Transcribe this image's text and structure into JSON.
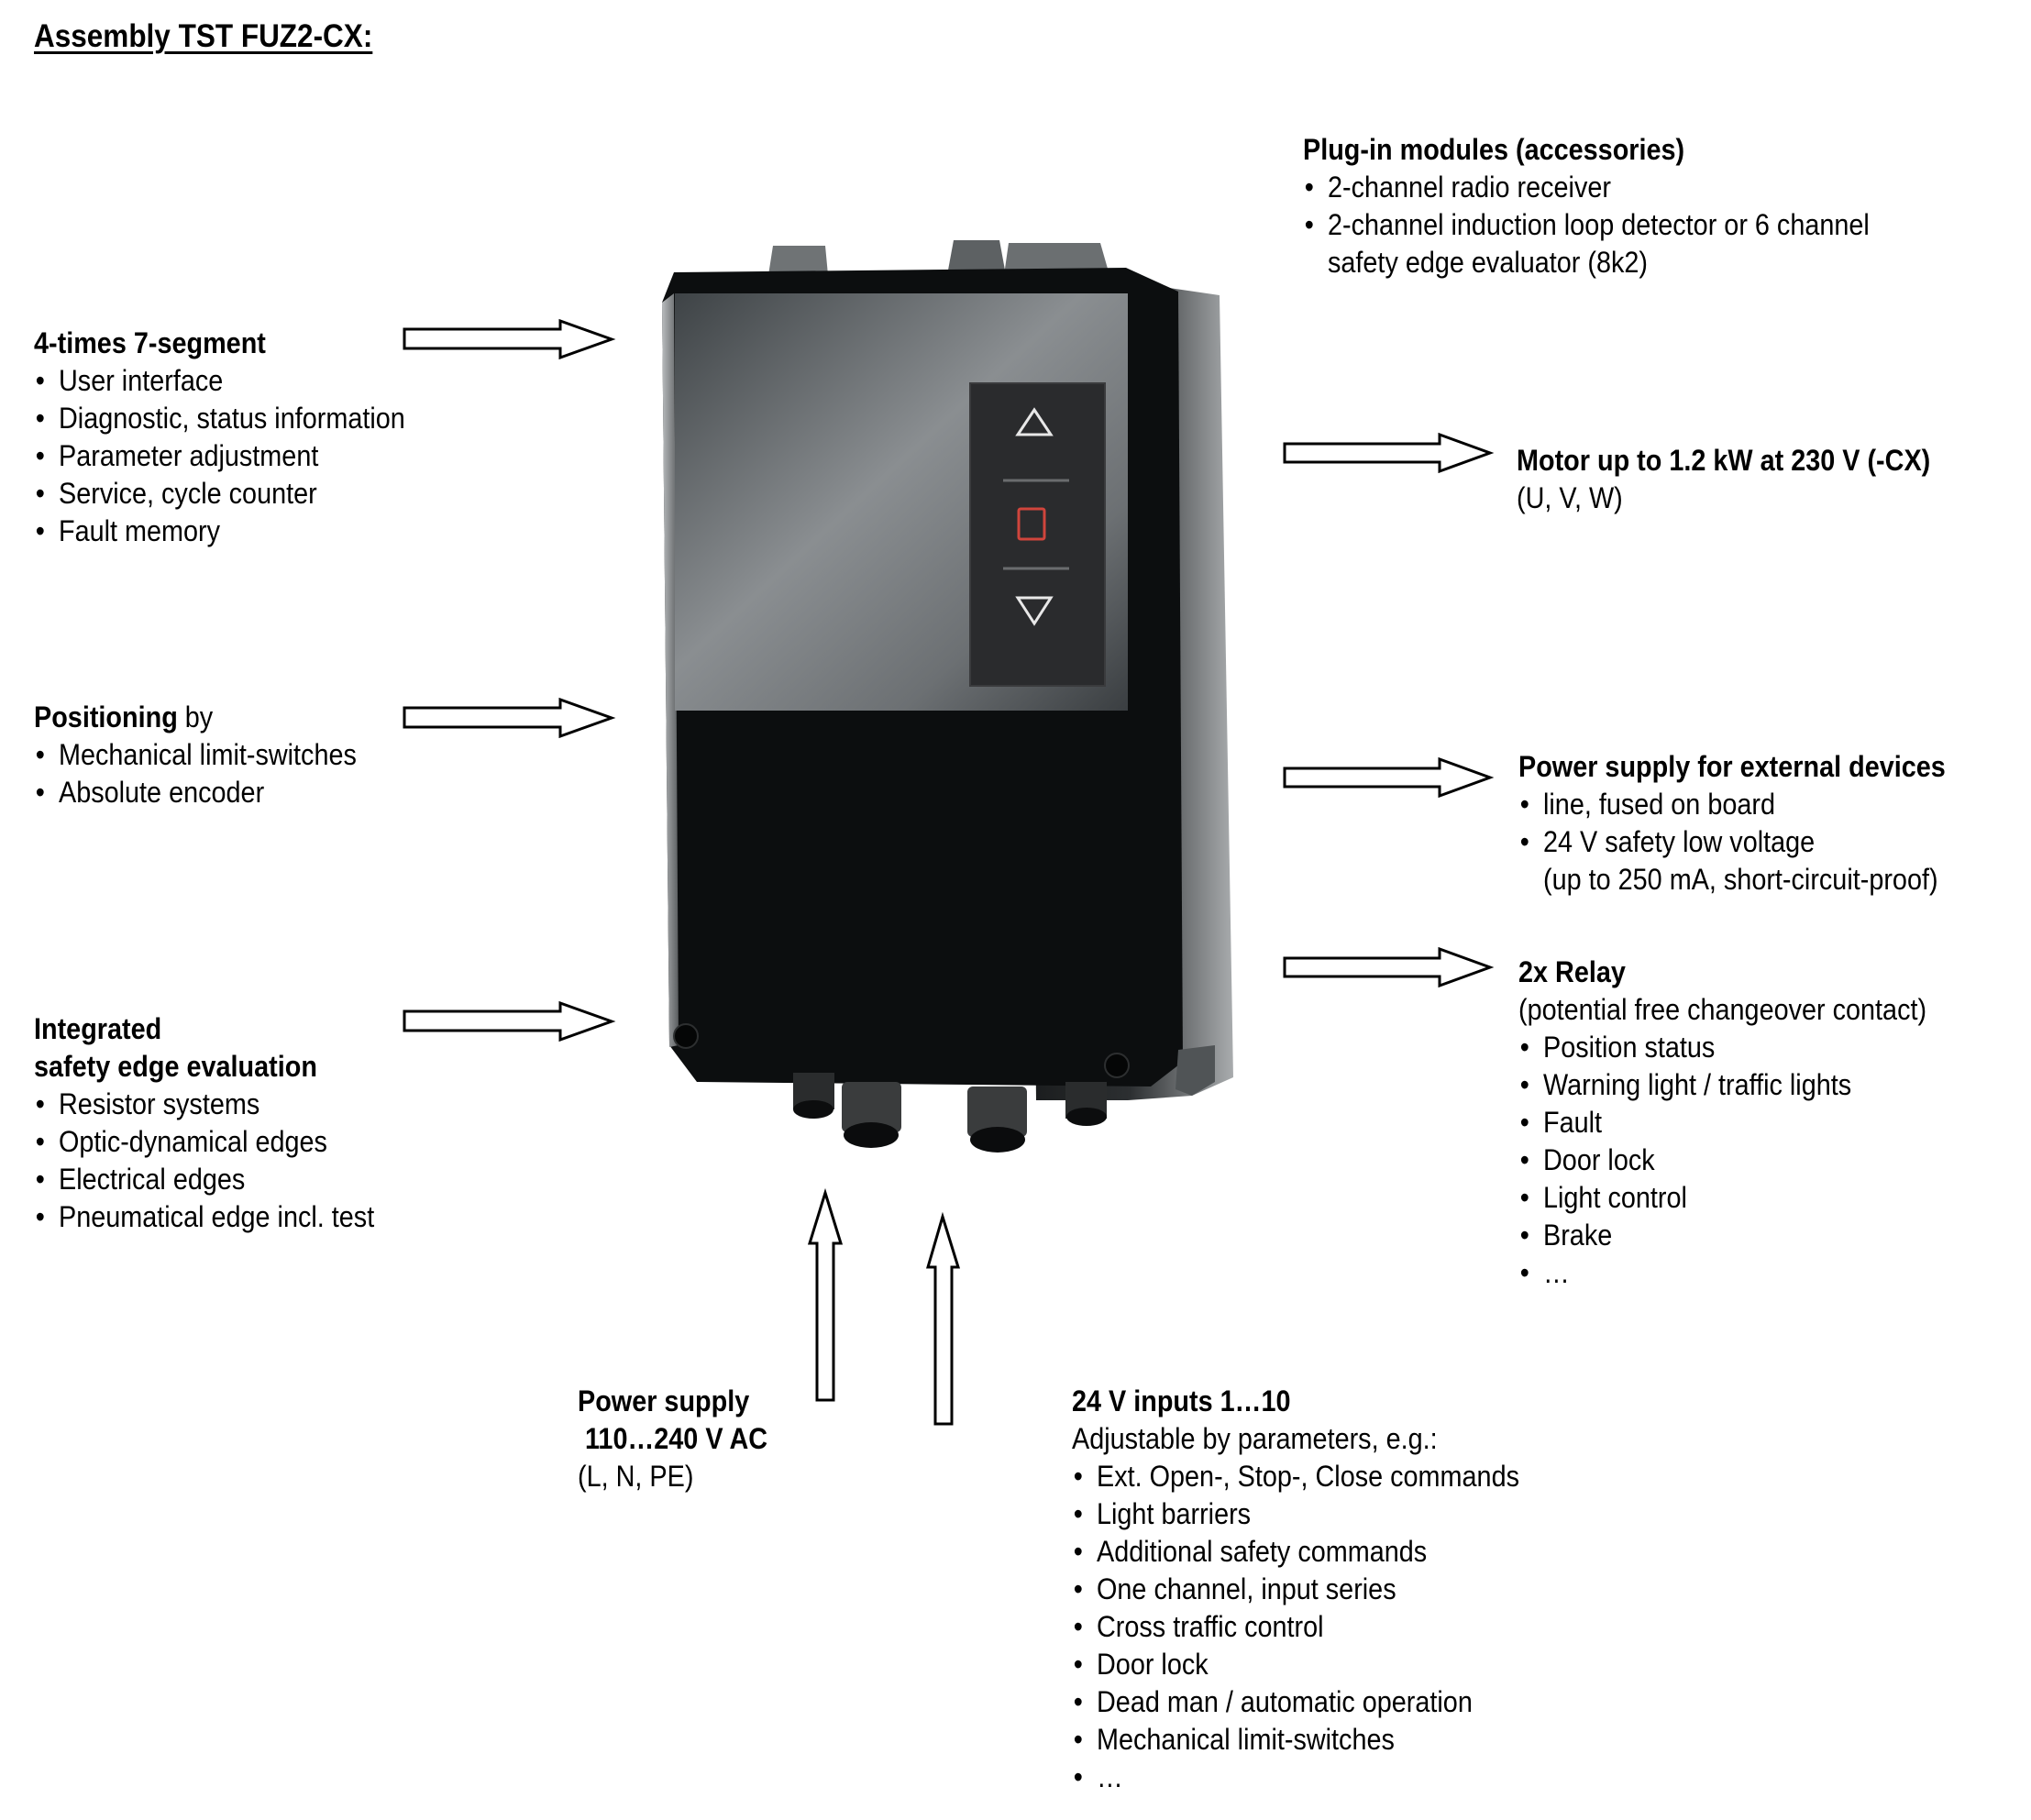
{
  "title": "Assembly TST FUZ2-CX:",
  "blocks": {
    "plugin": {
      "heading": "Plug-in modules (accessories)",
      "items": [
        "2-channel radio receiver",
        "2-channel induction loop detector or 6 channel"
      ],
      "continuation": "safety edge evaluator (8k2)"
    },
    "display": {
      "heading": "4-times 7-segment",
      "items": [
        "User interface",
        "Diagnostic, status information",
        "Parameter adjustment",
        "Service, cycle counter",
        "Fault memory"
      ]
    },
    "motor": {
      "heading": "Motor up to 1.2 kW at 230 V (-CX)",
      "sub": "(U, V, W)"
    },
    "positioning": {
      "heading_bold": "Positioning",
      "heading_rest": " by",
      "items": [
        "Mechanical limit-switches",
        "Absolute encoder"
      ]
    },
    "ext_power": {
      "heading": "Power supply for external devices",
      "items": [
        "line, fused on board",
        "24 V safety low voltage"
      ],
      "continuation": "(up to 250 mA, short-circuit-proof)"
    },
    "relay": {
      "heading": "2x Relay",
      "sub": "(potential free changeover contact)",
      "items": [
        "Position status",
        "Warning light / traffic lights",
        "Fault",
        "Door lock",
        "Light control",
        "Brake",
        "…"
      ]
    },
    "safety_edge": {
      "heading_line1": "Integrated",
      "heading_line2": "safety edge evaluation",
      "items": [
        "Resistor systems",
        "Optic-dynamical edges",
        "Electrical edges",
        "Pneumatical edge incl. test"
      ]
    },
    "mains": {
      "heading_line1": "Power supply",
      "heading_line2": " 110…240 V AC",
      "sub": "(L, N, PE)"
    },
    "inputs": {
      "heading": "24 V inputs 1…10",
      "sub": "Adjustable by parameters, e.g.:",
      "items": [
        "Ext. Open-, Stop-, Close commands",
        "Light barriers",
        "Additional safety commands",
        "One channel, input series",
        "Cross traffic control",
        "Door lock",
        "Dead man / automatic operation",
        "Mechanical limit-switches",
        "…"
      ]
    }
  },
  "device": {
    "keypad": [
      "up-arrow-key",
      "stop-key",
      "down-arrow-key"
    ],
    "colors": {
      "housing": "#0d0f10",
      "panel": "#7b7f82",
      "keypad": "#2a2b2d",
      "stop_key": "#d0453c",
      "key_glyph": "#e8e8e8"
    }
  }
}
